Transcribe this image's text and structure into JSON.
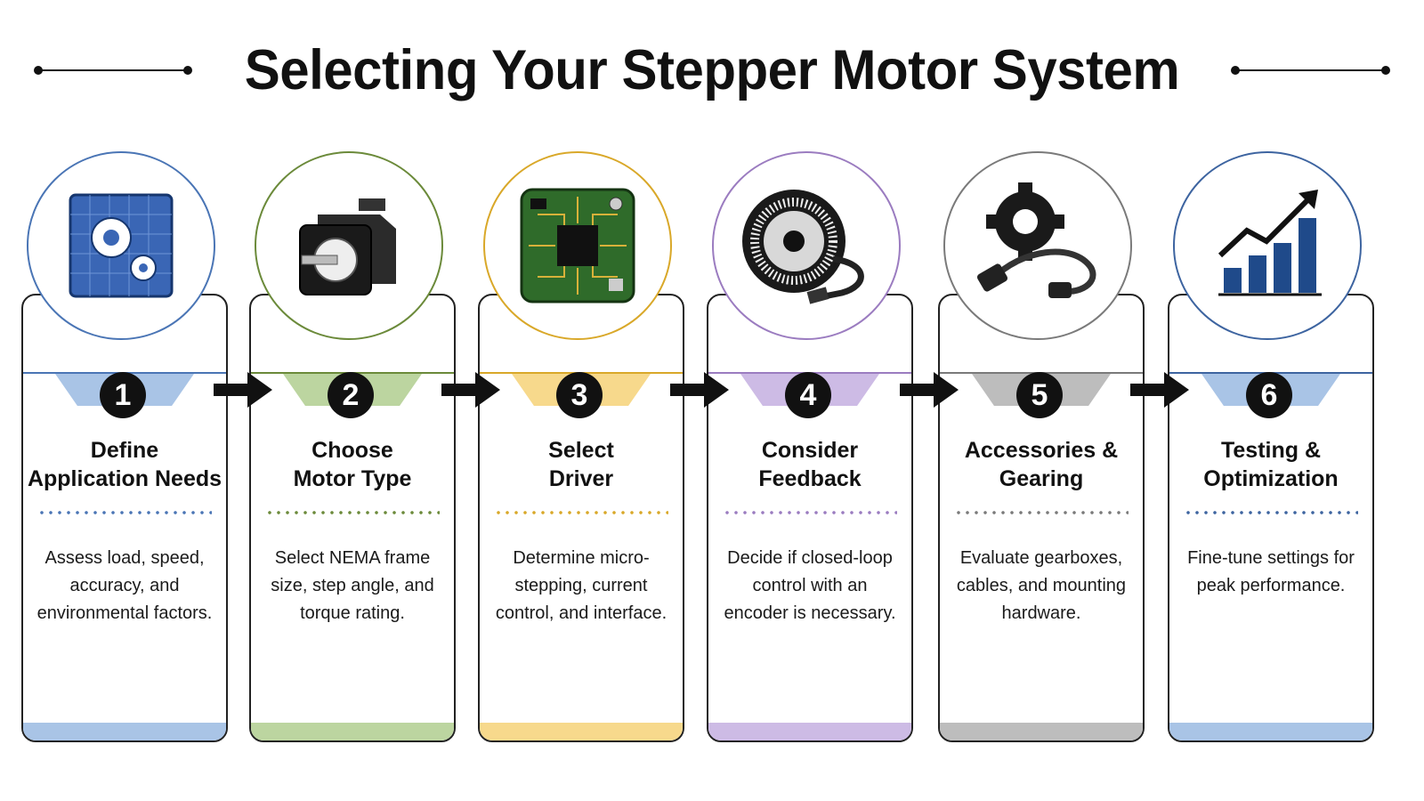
{
  "title": "Selecting Your Stepper Motor System",
  "steps": [
    {
      "number": "1",
      "heading_line1": "Define",
      "heading_line2": "Application Needs",
      "description": "Assess load, speed, accuracy, and environmental factors.",
      "icon": "blueprint-gears-icon",
      "accent": "#4a75b5",
      "light": "#a9c4e6"
    },
    {
      "number": "2",
      "heading_line1": "Choose",
      "heading_line2": "Motor Type",
      "description": "Select NEMA frame size, step angle, and torque rating.",
      "icon": "stepper-motor-icon",
      "accent": "#6b8a3a",
      "light": "#bcd5a0"
    },
    {
      "number": "3",
      "heading_line1": "Select",
      "heading_line2": "Driver",
      "description": "Determine micro-stepping, current control, and interface.",
      "icon": "circuit-board-icon",
      "accent": "#d9a829",
      "light": "#f7d98c"
    },
    {
      "number": "4",
      "heading_line1": "Consider",
      "heading_line2": "Feedback",
      "description": "Decide if closed-loop control with an encoder is necessary.",
      "icon": "encoder-icon",
      "accent": "#9b7cc0",
      "light": "#cdbbe5"
    },
    {
      "number": "5",
      "heading_line1": "Accessories &",
      "heading_line2": "Gearing",
      "description": "Evaluate gearboxes, cables, and mounting hardware.",
      "icon": "gear-cable-icon",
      "accent": "#7a7a7a",
      "light": "#bdbdbd"
    },
    {
      "number": "6",
      "heading_line1": "Testing &",
      "heading_line2": "Optimization",
      "description": "Fine-tune settings for peak performance.",
      "icon": "growth-chart-icon",
      "accent": "#3d64a0",
      "light": "#a9c4e6"
    }
  ]
}
